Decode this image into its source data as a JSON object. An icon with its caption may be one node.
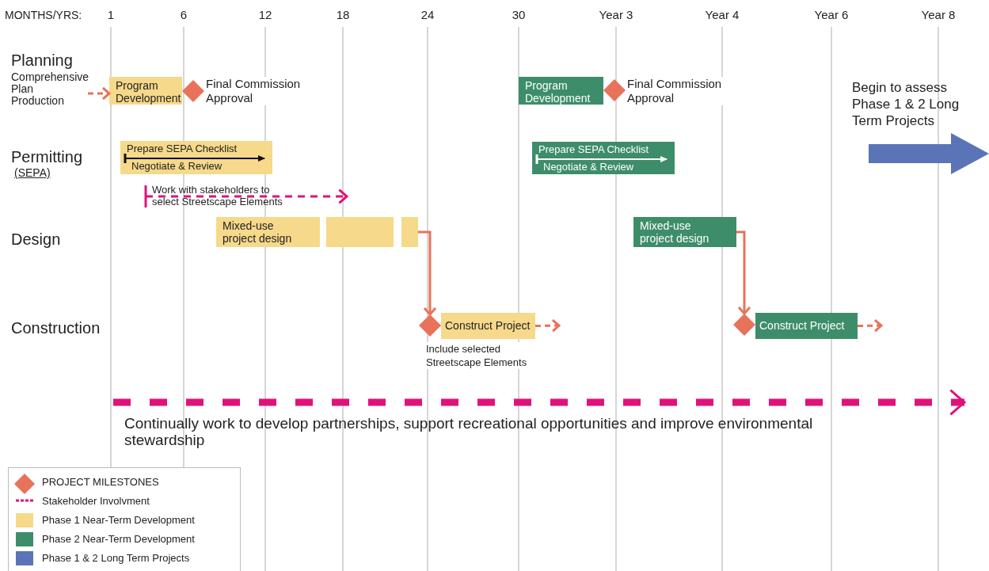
{
  "diagram": {
    "nodes": [
      {
        "text": [
          "Comprehensive Plan Production"
        ]
      },
      {
        "text": [
          "Program Development"
        ]
      },
      {
        "text": [],
        "shape": "diamond",
        "beside": [
          "Final Commission Approval"
        ]
      },
      {
        "text": [
          "Program Development"
        ]
      },
      {
        "text": [],
        "shape": "diamond",
        "beside": [
          "Final Commission Approval"
        ]
      },
      {
        "text": [
          "Begin to assess Phase 1 & 2 Long Term Projects"
        ]
      },
      {
        "text": [
          "Prepare SEPA Checklist",
          "Negotiate & Review"
        ]
      },
      {
        "text": [
          "Prepare SEPA Checklist",
          "Negotiate & Review"
        ]
      },
      {
        "text": [
          "Mixed-use project design"
        ]
      },
      {
        "text": [],
        "shape": "box"
      },
      {
        "text": [],
        "shape": "box"
      },
      {
        "text": [
          "Mixed-use project design"
        ]
      },
      {
        "text": [],
        "shape": "diamond"
      },
      {
        "text": [
          "Construct Project"
        ],
        "beside": [
          "Include selected Streetscape Elements"
        ]
      },
      {
        "text": [],
        "shape": "diamond"
      },
      {
        "text": [
          "Construct Project"
        ]
      }
    ],
    "edges": [
      {
        "from": 0,
        "to": 1,
        "arrow": "to",
        "style": "dashed"
      },
      {
        "from": 10,
        "to": 12,
        "arrow": "to"
      },
      {
        "from": 13,
        "to": null,
        "arrow": "to",
        "style": "dashed"
      },
      {
        "from": 11,
        "to": 14,
        "arrow": "to"
      },
      {
        "from": 15,
        "to": null,
        "arrow": "to",
        "style": "dashed"
      }
    ],
    "labels": [
      "MONTHS/YRS:",
      "1",
      "6",
      "12",
      "18",
      "24",
      "30",
      "Year 3",
      "Year 4",
      "Year 6",
      "Year 8",
      "Planning",
      "Permitting",
      "(SEPA)",
      "Work with stakeholders to select Streetscape Elements",
      "Design",
      "Construction",
      "Continually work to develop partnerships, support recreational opportunities and improve environmental stewardship"
    ],
    "legend": [
      {
        "text": "PROJECT MILESTONES"
      },
      {
        "text": "Stakeholder Involvment"
      },
      {
        "text": "Phase 1 Near-Term Development",
        "color": "#f6d98a"
      },
      {
        "text": "Phase 2 Near-Term Development",
        "color": "#3e8d6a"
      },
      {
        "text": "Phase 1 & 2 Long Term Projects",
        "color": "#5b74b8"
      }
    ]
  }
}
